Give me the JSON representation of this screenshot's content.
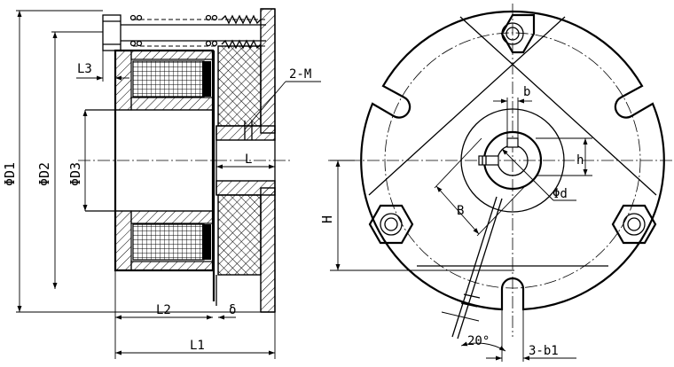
{
  "drawing": {
    "labels": {
      "D1": "ΦD1",
      "D2": "ΦD2",
      "D3": "ΦD3",
      "L3": "L3",
      "M": "2-M",
      "L": "L",
      "L2": "L2",
      "delta": "δ",
      "L1": "L1",
      "H": "H",
      "b": "b",
      "h": "h",
      "B": "B",
      "d": "Φd",
      "angle": "20°",
      "b1": "3-b1"
    }
  }
}
